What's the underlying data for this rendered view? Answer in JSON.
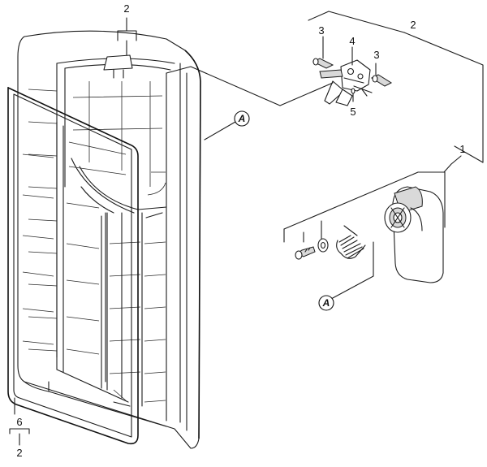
{
  "labels": {
    "top_left_ref": "2",
    "top_right_ref": "2",
    "screw_left": "3",
    "screw_right": "3",
    "clip_top": "4",
    "clip_bottom": "5",
    "hinge_assembly": "1",
    "gasket": "6",
    "bottom_ref": "2"
  },
  "callouts": {
    "door_detail": "A",
    "hinge_detail": "A"
  }
}
